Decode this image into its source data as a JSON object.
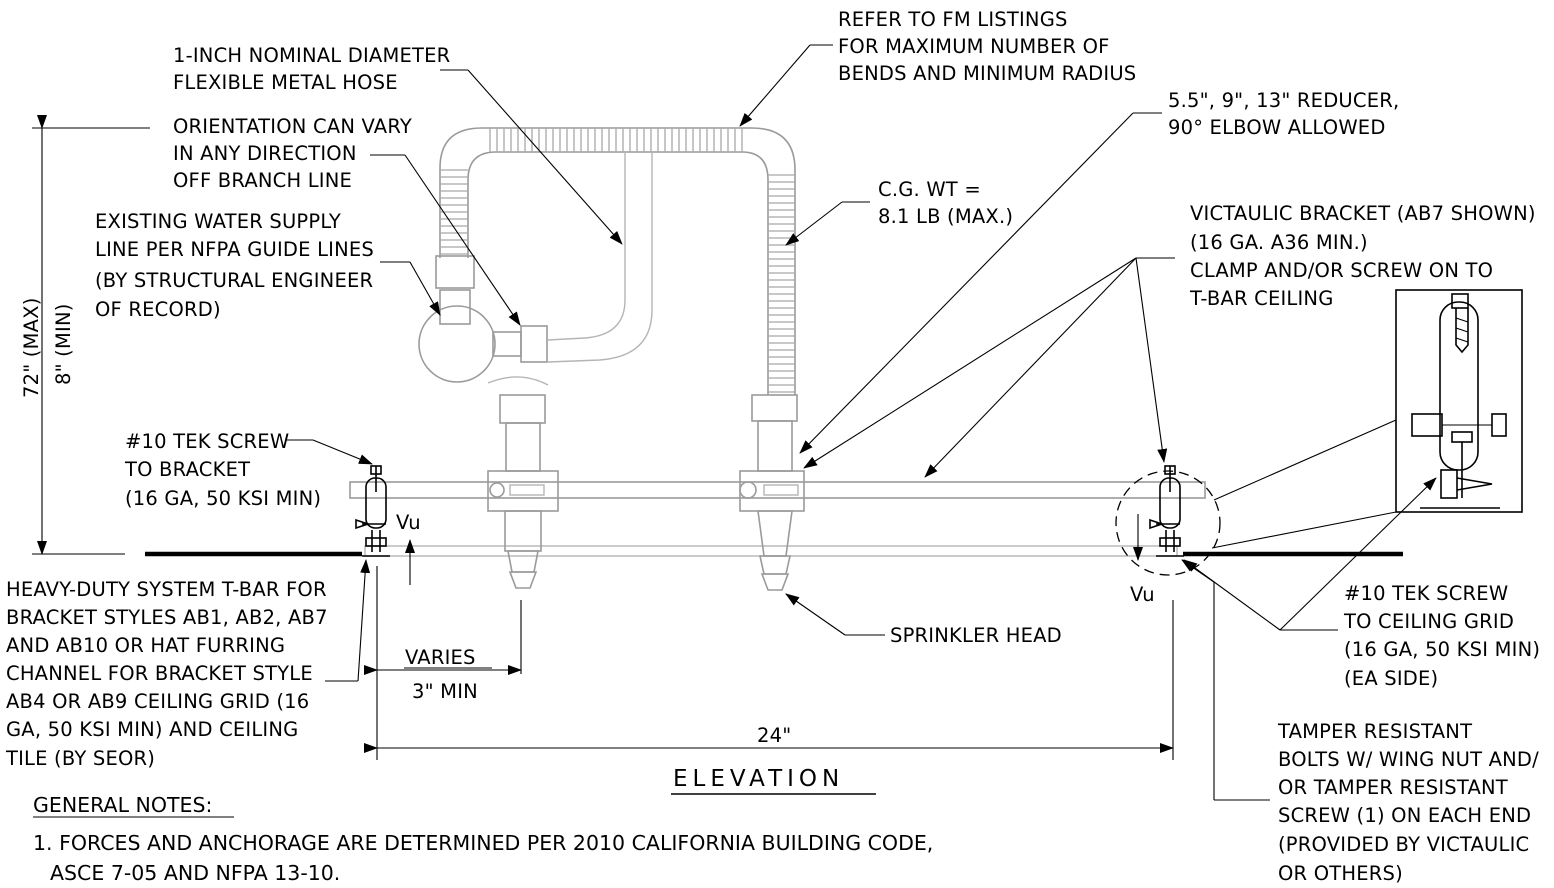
{
  "title": "ELEVATION",
  "labels": {
    "refer_fm": [
      "REFER TO FM LISTINGS",
      "FOR MAXIMUM NUMBER OF",
      "BENDS AND MINIMUM RADIUS"
    ],
    "hose": [
      "1-INCH NOMINAL DIAMETER",
      "FLEXIBLE METAL HOSE"
    ],
    "orientation": [
      "ORIENTATION CAN VARY",
      "IN ANY DIRECTION",
      "OFF BRANCH LINE"
    ],
    "supply": [
      "EXISTING WATER SUPPLY",
      "LINE PER NFPA GUIDE LINES",
      "(BY STRUCTURAL ENGINEER",
      "OF RECORD)"
    ],
    "reducer": [
      "5.5\", 9\", 13\" REDUCER,",
      "90° ELBOW ALLOWED"
    ],
    "cg": [
      "C.G. WT =",
      "8.1 LB (MAX.)"
    ],
    "bracket": [
      "VICTAULIC BRACKET (AB7 SHOWN)",
      "(16 GA. A36 MIN.)",
      "CLAMP AND/OR SCREW ON TO",
      "T-BAR CEILING"
    ],
    "tek_bracket": [
      "#10 TEK SCREW",
      "TO BRACKET",
      "(16 GA, 50 KSI MIN)"
    ],
    "tbar": [
      "HEAVY-DUTY SYSTEM T-BAR FOR",
      "BRACKET STYLES AB1, AB2, AB7",
      "AND AB10 OR HAT FURRING",
      "CHANNEL FOR BRACKET STYLE",
      "AB4 OR AB9 CEILING GRID (16",
      "GA, 50 KSI MIN) AND CEILING",
      "TILE (BY SEOR)"
    ],
    "sprinkler": "SPRINKLER HEAD",
    "tek_grid": [
      "#10 TEK SCREW",
      "TO CEILING GRID",
      "(16 GA, 50 KSI MIN)",
      "(EA SIDE)"
    ],
    "tamper": [
      "TAMPER RESISTANT",
      "BOLTS W/ WING NUT AND/",
      "OR TAMPER RESISTANT",
      "SCREW (1) ON EACH END",
      "(PROVIDED BY VICTAULIC",
      "OR OTHERS)"
    ],
    "vu": "Vu",
    "dim_varies": "VARIES",
    "dim_3min": "3\" MIN",
    "dim_24": "24\"",
    "dim_72": "72\" (MAX)",
    "dim_8": "8\" (MIN)"
  },
  "notes": {
    "heading": "GENERAL NOTES:",
    "items": [
      "1. FORCES AND ANCHORAGE ARE DETERMINED PER 2010 CALIFORNIA BUILDING CODE,",
      "ASCE 7-05 AND NFPA 13-10."
    ]
  }
}
